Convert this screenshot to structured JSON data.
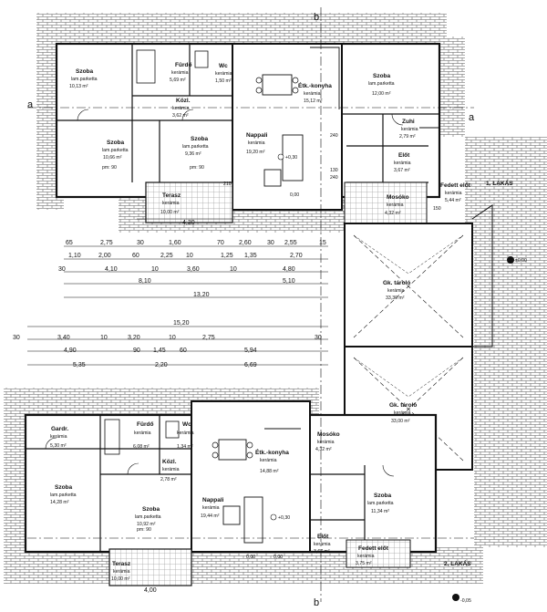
{
  "section_markers": {
    "a_left": "a",
    "a_right": "a",
    "b_top": "b",
    "b_bottom": "b"
  },
  "levels": {
    "ground": "±0,00",
    "terrace": "-0,05",
    "living_top": "+0,30",
    "living_bottom": "+0,30"
  },
  "apartments": {
    "first": "1. LAKÁS",
    "second": "2. LAKÁS"
  },
  "upper_rooms": [
    {
      "name": "Szoba",
      "finish": "lam.parketta",
      "area": "10,13 m²"
    },
    {
      "name": "Fürdő",
      "finish": "kerámia",
      "area": "5,69 m²"
    },
    {
      "name": "Wc",
      "finish": "kerámia",
      "area": "1,50 m²"
    },
    {
      "name": "Étk.-konyha",
      "finish": "kerámia",
      "area": "15,12 m²"
    },
    {
      "name": "Szoba",
      "finish": "lam.parketta",
      "area": "12,00 m²"
    },
    {
      "name": "Közl.",
      "finish": "kerámia",
      "area": "3,62 m²"
    },
    {
      "name": "Szoba",
      "finish": "lam.parketta",
      "area": "10,66 m²"
    },
    {
      "name": "Szoba",
      "finish": "lam.parketta",
      "area": "9,36 m²"
    },
    {
      "name": "Nappali",
      "finish": "kerámia",
      "area": "19,20 m²"
    },
    {
      "name": "Zuhi",
      "finish": "kerámia",
      "area": "2,79 m²"
    },
    {
      "name": "Előt",
      "finish": "kerámia",
      "area": "3,67 m²"
    },
    {
      "name": "Terasz",
      "finish": "kerámia",
      "area": "10,00 m²"
    },
    {
      "name": "Mosóko",
      "finish": "kerámia",
      "area": "4,32 m²"
    },
    {
      "name": "Fedett előt",
      "finish": "kerámia",
      "area": "5,44 m²"
    }
  ],
  "lower_rooms": [
    {
      "name": "Gardr.",
      "finish": "kerámia",
      "area": "5,30 m²"
    },
    {
      "name": "Fürdő",
      "finish": "kerámia",
      "area": "6,08 m²"
    },
    {
      "name": "Wc",
      "finish": "kerámia",
      "area": "1,34 m²"
    },
    {
      "name": "Étk.-konyha",
      "finish": "kerámia",
      "area": "14,88 m²"
    },
    {
      "name": "Mosóko",
      "finish": "kerámia",
      "area": "4,32 m²"
    },
    {
      "name": "Szoba",
      "finish": "lam.parketta",
      "area": "14,28 m²"
    },
    {
      "name": "Közl.",
      "finish": "kerámia",
      "area": "2,78 m²"
    },
    {
      "name": "Szoba",
      "finish": "lam.parketta",
      "area": "10,92 m²"
    },
    {
      "name": "Nappali",
      "finish": "kerámia",
      "area": "19,44 m²"
    },
    {
      "name": "Szoba",
      "finish": "lam.parketta",
      "area": "11,34 m²"
    },
    {
      "name": "Terasz",
      "finish": "kerámia",
      "area": "10,00 m²"
    },
    {
      "name": "Előt",
      "finish": "kerámia",
      "area": "3,67 m²"
    },
    {
      "name": "Fedett előt",
      "finish": "kerámia",
      "area": "3,75 m²"
    }
  ],
  "garages": [
    {
      "name": "Gk. tároló",
      "finish": "kerámia",
      "area": "33,30 m²"
    },
    {
      "name": "Gk. tároló",
      "finish": "kerámia",
      "area": "33,00 m²"
    }
  ],
  "dimensions": {
    "row1": [
      "65",
      "2,75",
      "30",
      "1,60",
      "70",
      "2,60",
      "30",
      "2,55",
      "15"
    ],
    "row2": [
      "1,10",
      "2,00",
      "60",
      "2,25",
      "10",
      "1,25",
      "1,35",
      "2,70"
    ],
    "row3": [
      "30",
      "4,10",
      "10",
      "3,60",
      "10",
      "4,80"
    ],
    "row4": [
      "8,10",
      "5,10"
    ],
    "total_upper": "13,20",
    "total_full": "15,20",
    "row5": [
      "30",
      "3,40",
      "10",
      "3,20",
      "10",
      "2,75",
      "30"
    ],
    "row6": [
      "4,90",
      "90",
      "1,45",
      "60",
      "5,94"
    ],
    "row7": [
      "5,35",
      "2,20",
      "6,69"
    ],
    "upper_bottom": "4,30",
    "lower_bottom": "4,00",
    "misc": [
      "pm: 90",
      "pm: 90",
      "pm: 90",
      "240",
      "210",
      "130",
      "240",
      "150",
      "0,00",
      "0,00",
      "0,00"
    ]
  }
}
